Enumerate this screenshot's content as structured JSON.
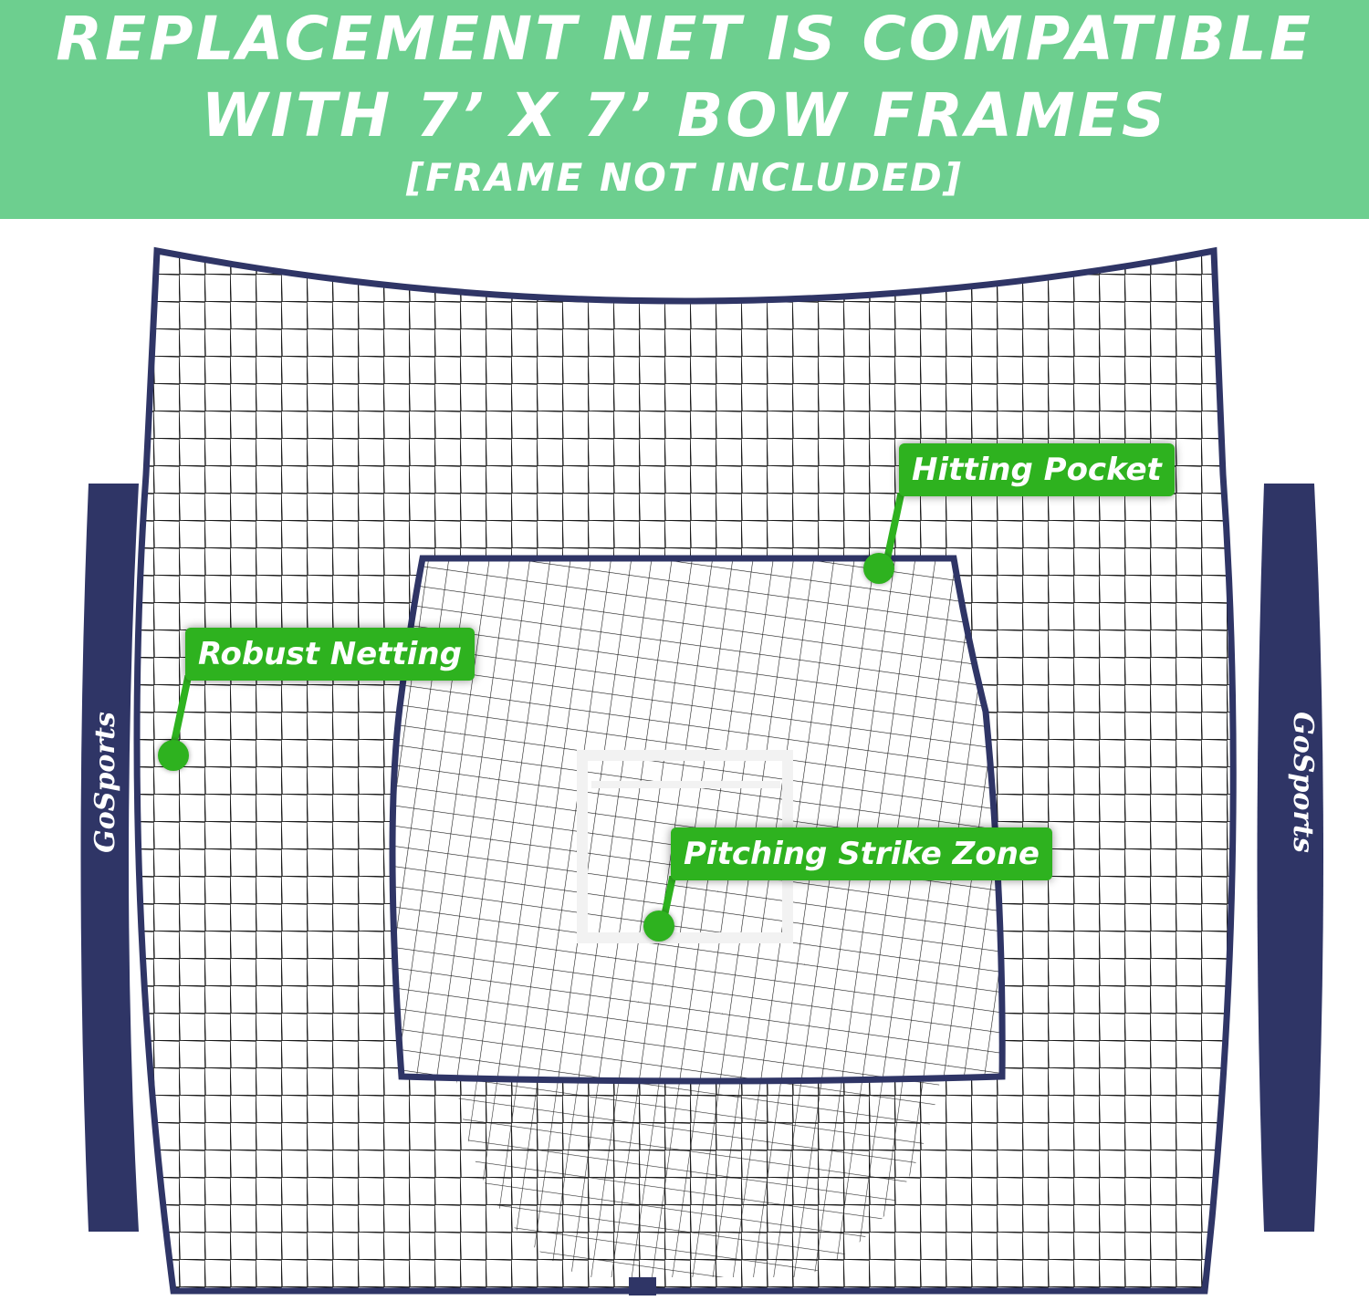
{
  "header": {
    "line1": "REPLACEMENT NET IS COMPATIBLE",
    "line2": "WITH 7’ X 7’ BOW FRAMES",
    "line3": "[FRAME NOT INCLUDED]"
  },
  "callouts": {
    "hitting_pocket": "Hitting Pocket",
    "robust_netting": "Robust Netting",
    "strike_zone": "Pitching Strike Zone"
  },
  "brand": {
    "left_logo": "GoSports",
    "right_logo": "GoSports"
  },
  "colors": {
    "banner": "#6dcf8f",
    "callout": "#2eb21f",
    "frame": "#2f3566"
  }
}
